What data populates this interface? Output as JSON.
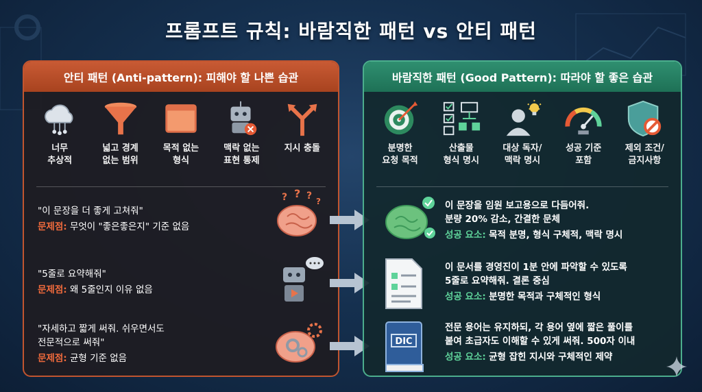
{
  "title": "프롬프트 규칙: 바람직한 패턴 vs 안티 패턴",
  "anti": {
    "header": "안티 패턴 (Anti-pattern): 피해야 할 나쁜 습관",
    "icons": [
      {
        "icon": "cloud-network-icon",
        "label": "너무\n추상적"
      },
      {
        "icon": "funnel-icon",
        "label": "넓고 경계\n없는 범위"
      },
      {
        "icon": "blank-window-icon",
        "label": "목적 없는\n형식"
      },
      {
        "icon": "robot-error-icon",
        "label": "맥락 없는\n표현 통제"
      },
      {
        "icon": "split-arrows-icon",
        "label": "지시 충돌"
      }
    ],
    "examples": [
      {
        "quote": "\"이 문장을 더 좋게 고쳐줘\"",
        "problem_tag": "문제점:",
        "problem": "무엇이 \"좋은좋은지\" 기준 없음"
      },
      {
        "quote": "\"5줄로 요약해줘\"",
        "problem_tag": "문제점:",
        "problem": " 왜 5줄인지 이유 없음"
      },
      {
        "quote": "\"자세하고 짧게 써줘. 쉬우면서도\n전문적으로 써줘\"",
        "problem_tag": "문제점:",
        "problem": "균형 기준 없음"
      }
    ]
  },
  "good": {
    "header": "바람직한 패턴 (Good Pattern): 따라야 할 좋은 습관",
    "icons": [
      {
        "icon": "target-icon",
        "label": "분명한\n요청 목적"
      },
      {
        "icon": "checklist-flow-icon",
        "label": "산출물\n형식 명시"
      },
      {
        "icon": "person-idea-icon",
        "label": "대상 독자/\n맥락 명시"
      },
      {
        "icon": "gauge-icon",
        "label": "성공 기준\n포함"
      },
      {
        "icon": "shield-ban-icon",
        "label": "제외 조건/\n금지사항"
      }
    ],
    "examples": [
      {
        "quote": "이 문장을 임원 보고용으로 다듬어줘.\n분량 20% 감소, 간결한 문체",
        "success_tag": "성공 요소:",
        "success": "목적 분명, 형식 구체적, 맥락 명시"
      },
      {
        "quote": "이 문서를 경영진이 1분 안에 파악할 수 있도록\n5줄로 요약해줘. 결론 중심",
        "success_tag": "성공 요소:",
        "success": "분명한 목적과 구체적인 형식"
      },
      {
        "quote": "전문 용어는 유지하되, 각 용어 옆에 짧은 풀이를\n붙여 초급자도 이해할 수 있게 써줘. 500자 이내",
        "success_tag": "성공 요소:",
        "success": "균형 잡힌 지시와 구체적인 제약"
      }
    ],
    "dic_label": "DIC"
  },
  "colors": {
    "anti_accent": "#c2552f",
    "good_accent": "#4cae8d",
    "problem_text": "#ef6a3c",
    "success_text": "#5fd39a"
  }
}
